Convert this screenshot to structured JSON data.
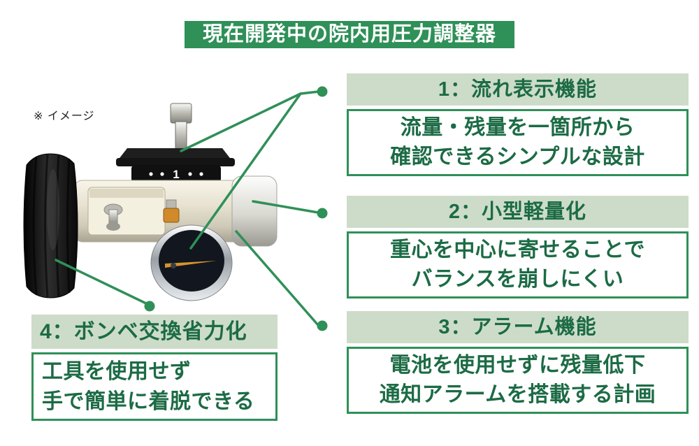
{
  "colors": {
    "green": "#2f9058",
    "light-green": "#cddcc9",
    "dark-green": "#1c6b45",
    "white": "#ffffff"
  },
  "title": "現在開発中の院内用圧力調整器",
  "image_note": "※ イメージ",
  "device": {
    "dial_label": "1"
  },
  "features": [
    {
      "header": "1：流れ表示機能",
      "body_lines": [
        "流量・残量を一箇所から",
        "確認できるシンプルな設計"
      ]
    },
    {
      "header": "2：小型軽量化",
      "body_lines": [
        "重心を中心に寄せることで",
        "バランスを崩しにくい"
      ]
    },
    {
      "header": "3：アラーム機能",
      "body_lines": [
        "電池を使用せずに残量低下",
        "通知アラームを搭載する計画"
      ]
    },
    {
      "header": "4：ボンベ交換省力化",
      "body_lines": [
        "工具を使用せず",
        "手で簡単に着脱できる"
      ]
    }
  ]
}
